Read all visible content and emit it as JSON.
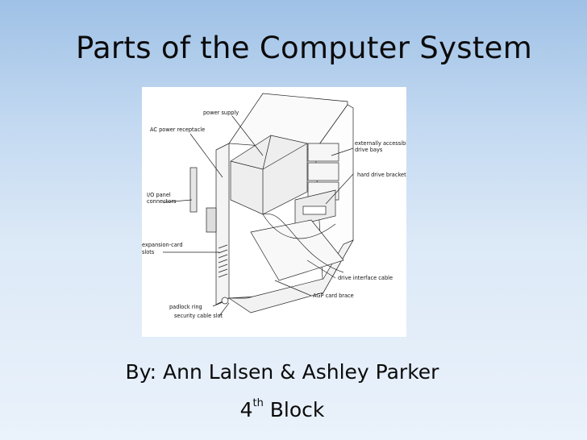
{
  "slide": {
    "title": "Parts of the Computer System",
    "byline": "By: Ann Lalsen & Ashley Parker",
    "block_number": "4",
    "block_suffix": "th",
    "block_word": "Block"
  },
  "diagram": {
    "labels": {
      "power_supply": "power supply",
      "ac_power_receptacle": "AC power receptacle",
      "externally_accessible_1": "externally accessible",
      "externally_accessible_2": "drive bays",
      "hard_drive_bracket": "hard drive bracket",
      "io_panel_1": "I/O panel",
      "io_panel_2": "connectors",
      "expansion_card_1": "expansion-card",
      "expansion_card_2": "slots",
      "drive_interface_cable": "drive interface cable",
      "agp_card_brace": "AGP card brace",
      "padlock_ring": "padlock ring",
      "security_cable_slot": "security cable slot"
    }
  }
}
